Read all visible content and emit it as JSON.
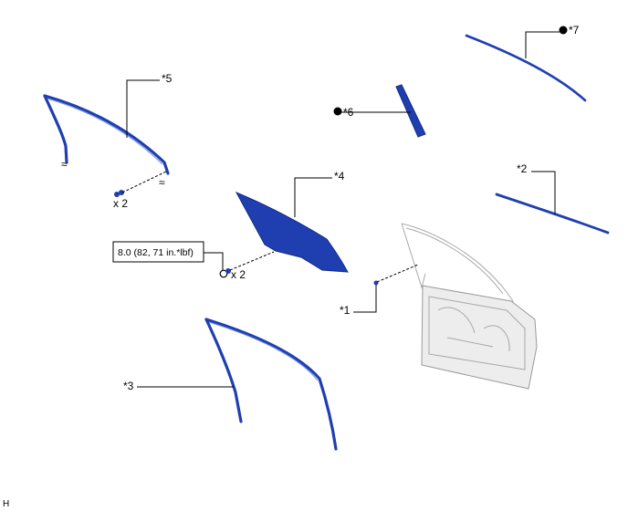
{
  "callouts": {
    "c1": "*1",
    "c2": "*2",
    "c3": "*3",
    "c4": "*4",
    "c5": "*5",
    "c6": "*6",
    "c7": "*7"
  },
  "quantities": {
    "bolts_qty": "x 2",
    "clips_qty": "x 2"
  },
  "torque": {
    "spec": "8.0 (82, 71 in.*lbf)"
  },
  "corner_mark": "H",
  "colors": {
    "part_blue": "#1f3fb0",
    "door_gray": "#ededed"
  }
}
